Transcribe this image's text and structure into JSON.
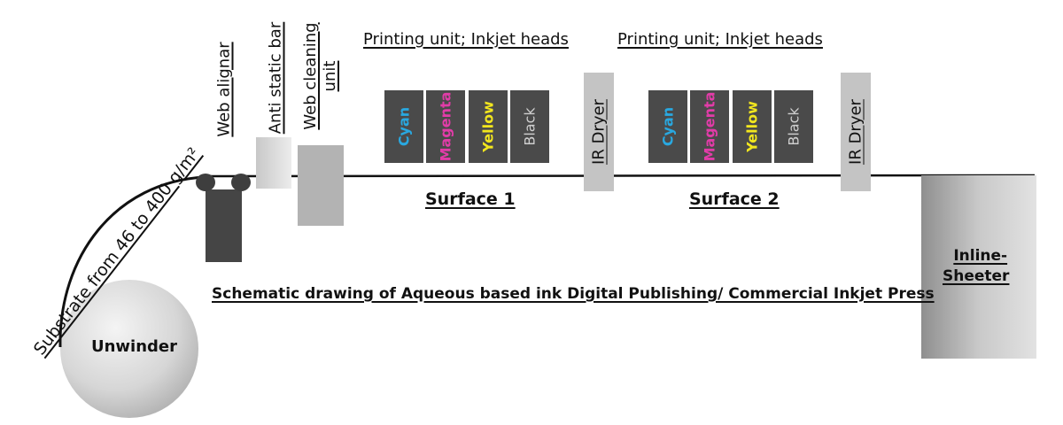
{
  "labels": {
    "substrate": "Substrate from 46 to 400 g/m²",
    "unwinder": "Unwinder",
    "web_aligner": "Web alignar",
    "anti_static": "Anti static bar",
    "web_cleaning_line1": "Web cleaning",
    "web_cleaning_line2": "unit",
    "printing_unit_1": "Printing unit; Inkjet heads",
    "printing_unit_2": "Printing unit; Inkjet heads",
    "surface_1": "Surface 1",
    "surface_2": "Surface 2",
    "ir_dryer_1": "IR Dryer",
    "ir_dryer_2": "IR Dryer",
    "sheeter_line1": "Inline-",
    "sheeter_line2": "Sheeter",
    "caption": "Schematic drawing of Aqueous based ink  Digital Publishing/ Commercial Inkjet Press"
  },
  "heads_1": [
    {
      "label": "Cyan",
      "color": "#29a8e0"
    },
    {
      "label": "Magenta",
      "color": "#e23ca8"
    },
    {
      "label": "Yellow",
      "color": "#f2e61e"
    },
    {
      "label": "Black",
      "color": "#cfcfcf"
    }
  ],
  "heads_2": [
    {
      "label": "Cyan",
      "color": "#29a8e0"
    },
    {
      "label": "Magenta",
      "color": "#e23ca8"
    },
    {
      "label": "Yellow",
      "color": "#f2e61e"
    },
    {
      "label": "Black",
      "color": "#cfcfcf"
    }
  ],
  "colors": {
    "head_body": "#4a4a4a",
    "dryer_body": "#c4c4c4",
    "web_line": "#111111"
  }
}
